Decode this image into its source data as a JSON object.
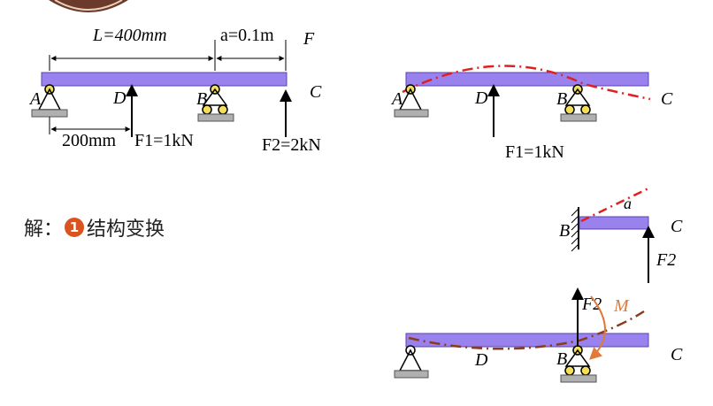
{
  "colors": {
    "beam_fill": "#9a82ee",
    "beam_stroke": "#5a44b0",
    "deflection_red": "#e02020",
    "deflection_brown": "#8b3a1a",
    "moment_orange": "#e07a3a",
    "badge": "#d9541e",
    "ground": "#b0b0b0",
    "roller": "#f3e05a"
  },
  "figure1": {
    "dim_L": "L=400mm",
    "dim_a": "a=0.1m",
    "label_F": "F",
    "label_A": "A",
    "label_D": "D",
    "label_B": "B",
    "label_C": "C",
    "dim_200": "200mm",
    "force_F1": "F1=1kN",
    "force_F2": "F2=2kN"
  },
  "figure2": {
    "label_A": "A",
    "label_D": "D",
    "label_B": "B",
    "label_C": "C",
    "force_F1": "F1=1kN"
  },
  "figure3": {
    "label_B": "B",
    "label_C": "C",
    "label_a": "a",
    "force_F2": "F2"
  },
  "figure4": {
    "label_D": "D",
    "label_B": "B",
    "label_C": "C",
    "label_F2": "F2",
    "label_M": "M"
  },
  "solution": {
    "prefix": "解：",
    "step_number": "1",
    "step_text": "结构变换"
  }
}
